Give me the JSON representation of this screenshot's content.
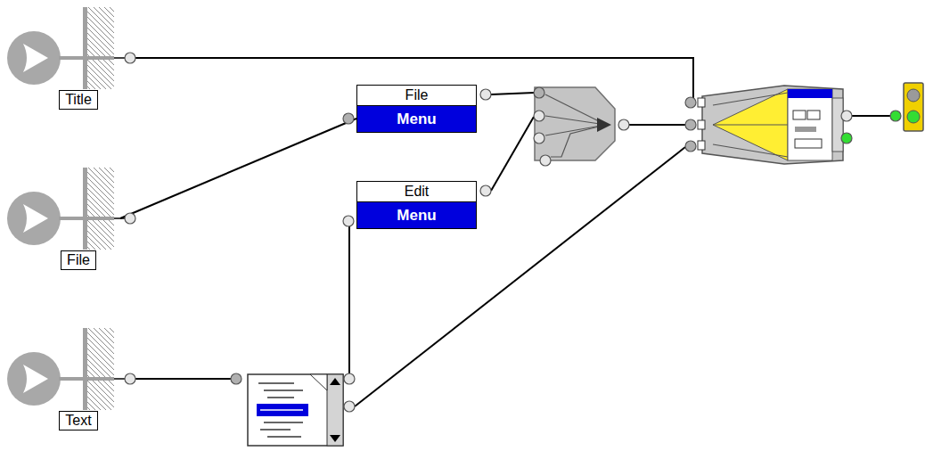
{
  "diagram": {
    "nodes": [
      {
        "text": [
          "Title"
        ]
      },
      {
        "text": [
          "File"
        ]
      },
      {
        "text": [
          "Text"
        ]
      },
      {
        "text": [
          "File",
          "Menu"
        ]
      },
      {
        "text": [
          "Edit",
          "Menu"
        ]
      }
    ],
    "edges": [
      {
        "from": 1,
        "to": 3,
        "arrow": "none"
      }
    ]
  }
}
